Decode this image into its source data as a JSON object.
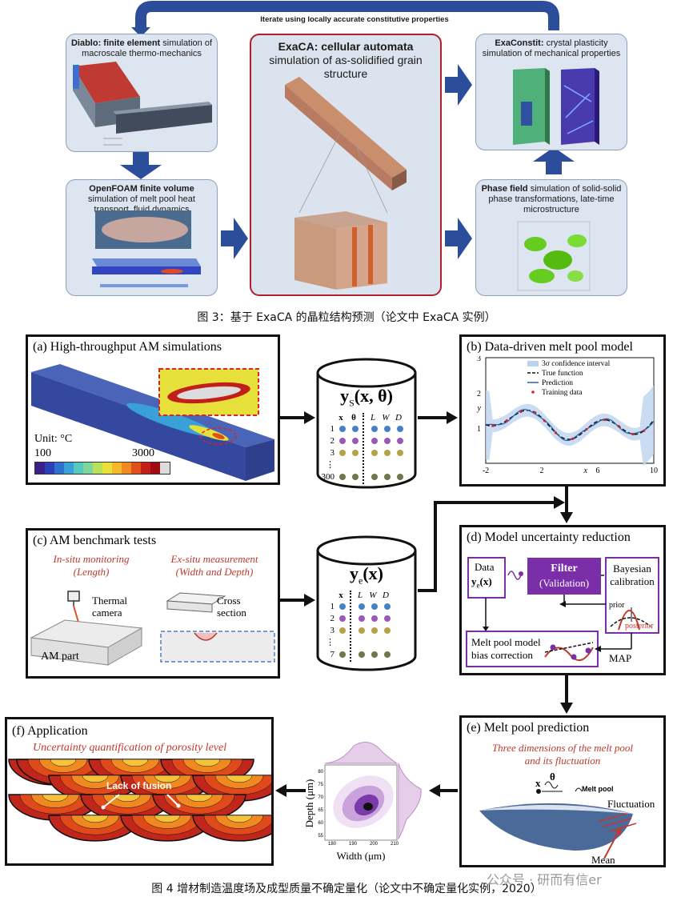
{
  "fig3": {
    "loop_label": "Iterate using locally accurate constitutive properties",
    "diablo_bold": "Diablo: finite element",
    "diablo_rest": " simulation of macroscale thermo-mechanics",
    "openfoam_bold": "OpenFOAM finite volume",
    "openfoam_rest": " simulation of melt pool heat transport, fluid dynamics",
    "exaca_bold": "ExaCA: cellular automata",
    "exaca_rest": " simulation of as-solidified grain structure",
    "exaconstit_bold": "ExaConstit:",
    "exaconstit_rest": " crystal plasticity simulation of mechanical properties",
    "phase_bold": "Phase field",
    "phase_rest": " simulation of solid-solid phase transformations, late-time microstructure",
    "caption": "图 3：基于 ExaCA 的晶粒结构预测（论文中 ExaCA 实例）"
  },
  "fig4": {
    "a_title": "(a) High-throughput AM simulations",
    "a_unit": "Unit: °C",
    "a_min": "100",
    "a_max": "3000",
    "colorbar_colors": [
      "#3a1f8a",
      "#2c3fb8",
      "#2f6fd0",
      "#3aa0d8",
      "#55c8c0",
      "#7fd69a",
      "#b8e05a",
      "#e8e03a",
      "#f5b82a",
      "#f08a20",
      "#e0501a",
      "#c02018",
      "#a00a10",
      "#dcdcdc"
    ],
    "db1_label": "y",
    "db1_sub": "S",
    "db1_args": "(x, θ)",
    "db1_cols": [
      "x",
      "θ",
      "L",
      "W",
      "D"
    ],
    "db1_rows": [
      "1",
      "2",
      "3",
      "⋮",
      "300"
    ],
    "b_title": "(b) Data-driven melt pool model",
    "b_legend": [
      "3σ confidence interval",
      "True function",
      "Prediction",
      "Training data"
    ],
    "b_xticks": [
      "-2",
      "2",
      "6",
      "10"
    ],
    "b_yticks": [
      "1",
      "2",
      "3"
    ],
    "b_xlabel": "x",
    "b_ylabel": "y",
    "c_title": "(c) AM benchmark tests",
    "c_insitu": "In-situ monitoring",
    "c_insitu2": "(Length)",
    "c_exsitu": "Ex-situ measurement",
    "c_exsitu2": "(Width and Depth)",
    "c_thermal": "Thermal",
    "c_camera": "camera",
    "c_cross": "Cross",
    "c_section": "section",
    "c_ampart": "AM part",
    "db2_label": "y",
    "db2_sub": "e",
    "db2_args": "(x)",
    "db2_cols": [
      "x",
      "L",
      "W",
      "D"
    ],
    "db2_rows": [
      "1",
      "2",
      "3",
      "⋮",
      "7"
    ],
    "d_title": "(d) Model uncertainty reduction",
    "d_data": "Data",
    "d_ye": "y",
    "d_ye_sub": "e",
    "d_ye_args": "(x)",
    "d_filter": "Filter",
    "d_validation": "(Validation)",
    "d_bayes1": "Bayesian",
    "d_bayes2": "calibration",
    "d_prior": "prior",
    "d_posterior": "posterior",
    "d_bias1": "Melt pool model",
    "d_bias2": "bias correction",
    "d_map": "MAP",
    "e_title": "(e) Melt pool prediction",
    "e_sub1": "Three dimensions of the melt pool",
    "e_sub2": "and its fluctuation",
    "e_x": "x",
    "e_theta": "θ",
    "e_meltpool": "Melt pool",
    "e_fluct": "Fluctuation",
    "e_mean": "Mean",
    "f_title": "(f) Application",
    "f_sub": "Uncertainty quantification of porosity level",
    "f_lack": "Lack of fusion",
    "kde_xlabel": "Width (μm)",
    "kde_ylabel": "Depth (μm)",
    "kde_xticks": [
      "180",
      "190",
      "200",
      "210"
    ],
    "kde_yticks": [
      "80",
      "75",
      "70",
      "65",
      "60",
      "55"
    ],
    "caption": "图 4  增材制造温度场及成型质量不确定量化（论文中不确定量化实例，2020）",
    "watermark": "公众号 · 研而有信er"
  }
}
